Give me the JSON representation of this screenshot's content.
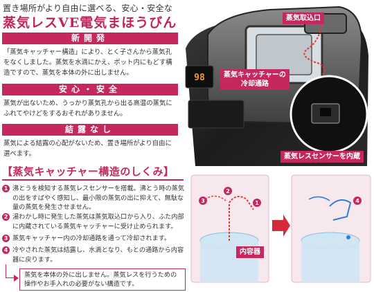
{
  "header": {
    "subtitle": "置き場所がより自由に選べる、安心・安全な",
    "title": "蒸気レスVE電気まほうびん"
  },
  "sections": [
    {
      "heading": "新開発",
      "body": "「蒸気キャッチャー構造」により、とく子さんから蒸気孔をなくしました。蒸気を水滴にかえ、ポット内にもどす構造ですので、蒸気を本体の外に出しません。"
    },
    {
      "heading": "安心・安全",
      "body": "蒸気が出ないため、うっかり蒸気孔から出る高温の蒸気にふれてやけどをするおそれがありません。"
    },
    {
      "heading": "結露なし",
      "body": "蒸気による結露の心配がないため、置き場所がより自由に選べます。"
    }
  ],
  "mechanism": {
    "heading": "【蒸気キャッチャー構造のしくみ】",
    "steps": [
      {
        "num": "1",
        "text": "沸とうを検知する蒸気レスセンサーを搭載。沸とう時の蒸気の出をすばやく感知し、最小限の蒸気の出に抑えて、無駄な量の蒸気を発生させません。"
      },
      {
        "num": "2",
        "text": "湯わかし時に発生した蒸気は蒸気取込口から入り、ふた内部に内蔵されている蒸気キャッチャーに受け止められます。"
      },
      {
        "num": "3",
        "text": "蒸気キャッチャー内の冷却通路を通って冷却されます。"
      },
      {
        "num": "4",
        "text": "冷やされた蒸気は結露し、水滴となり、もとの通路から内容器に戻ります。"
      }
    ],
    "note": "蒸気を本体の外に出しません。蒸気レスを行うための操作やお手入れの必要がない構造です。"
  },
  "photo": {
    "callout_intake": "蒸気取込口",
    "callout_cooling_line1": "蒸気キャッチャーの",
    "callout_cooling_line2": "冷却通路",
    "callout_sensor": "蒸気レスセンサーを内蔵",
    "display_value": "98"
  },
  "diagram": {
    "label_container": "内容器",
    "step_labels": [
      "1",
      "2",
      "3",
      "4"
    ]
  },
  "colors": {
    "accent": "#c4285e",
    "flow_red": "#e23b3b",
    "flow_blue": "#2f7fd6"
  }
}
